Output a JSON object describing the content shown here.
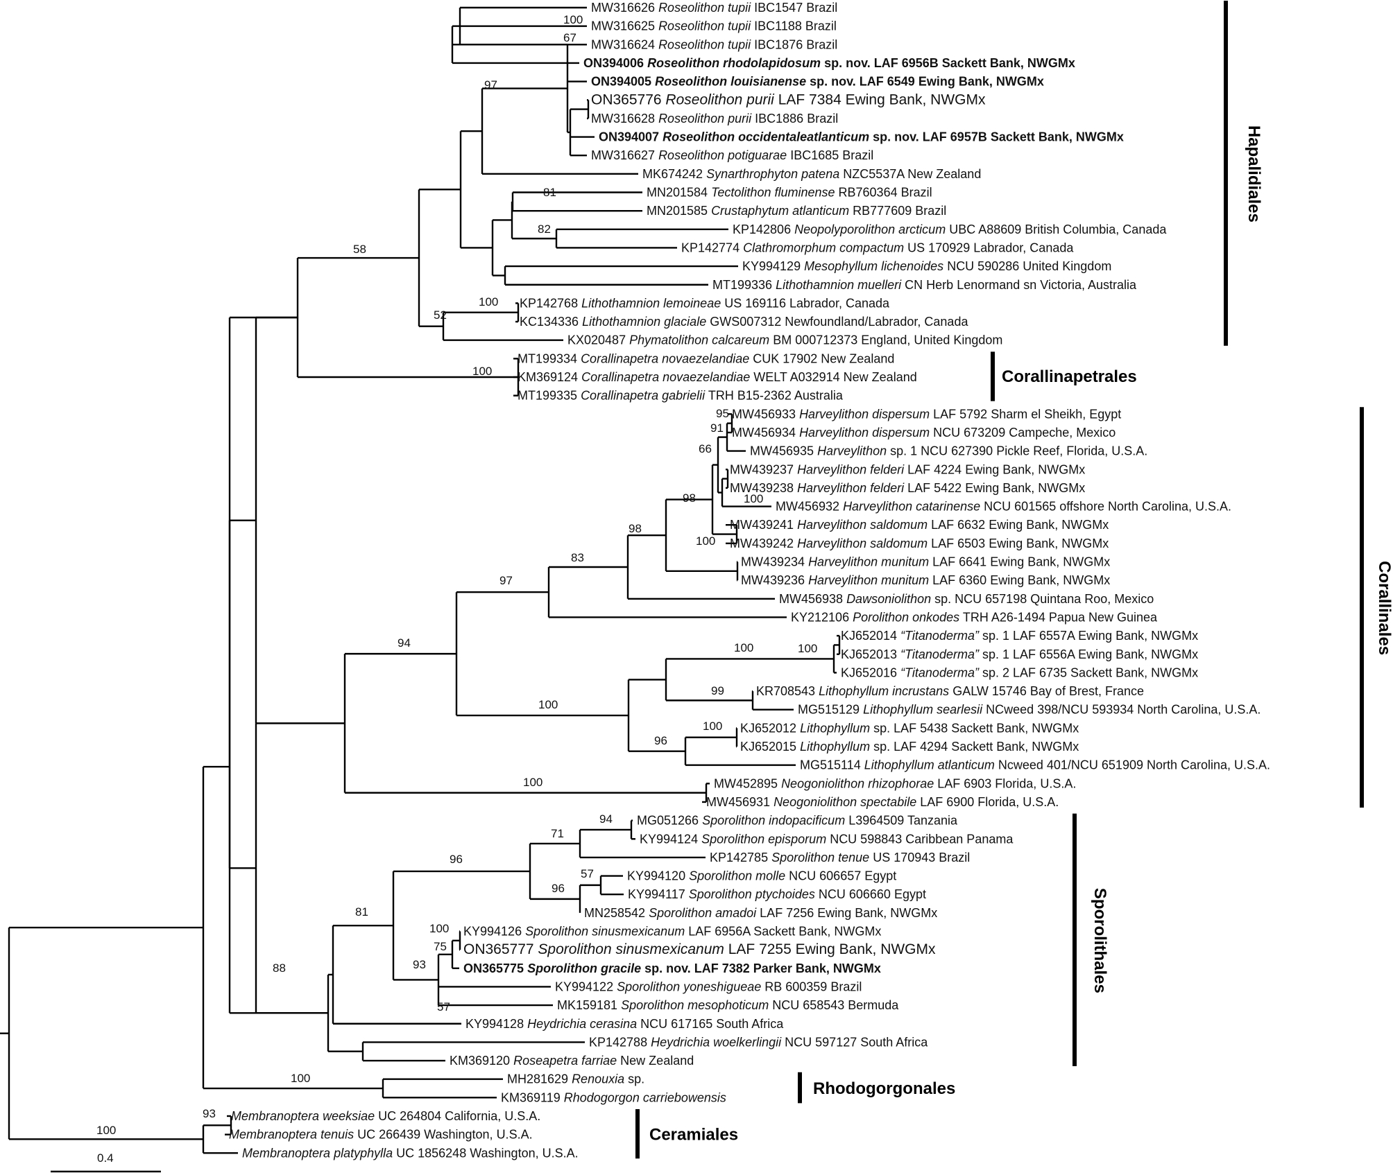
{
  "tips": [
    {
      "acc": "MW316626",
      "sp": "Roseolithon tupii",
      "info": "IBC1547  Brazil"
    },
    {
      "acc": "MW316625",
      "sp": "Roseolithon tupii",
      "info": "IBC1188  Brazil"
    },
    {
      "acc": "MW316624",
      "sp": "Roseolithon tupii",
      "info": "IBC1876  Brazil"
    },
    {
      "acc": "ON394006",
      "sp": "Roseolithon rhodolapidosum",
      "info": "sp. nov. LAF 6956B Sackett Bank, NWGMx",
      "bold": true
    },
    {
      "acc": "ON394005",
      "sp": "Roseolithon louisianense",
      "info": "sp. nov. LAF 6549 Ewing Bank, NWGMx",
      "bold": true
    },
    {
      "acc": "ON365776",
      "sp": "Roseolithon purii",
      "info": "LAF 7384 Ewing Bank, NWGMx",
      "big": true
    },
    {
      "acc": "MW316628",
      "sp": "Roseolithon purii",
      "info": "IBC1886  Brazil"
    },
    {
      "acc": "ON394007",
      "sp": "Roseolithon occidentaleatlanticum",
      "info": "sp. nov. LAF 6957B Sackett Bank, NWGMx",
      "bold": true
    },
    {
      "acc": "MW316627",
      "sp": "Roseolithon potiguarae",
      "info": "IBC1685  Brazil"
    },
    {
      "acc": "MK674242",
      "sp": "Synarthrophyton patena",
      "info": "NZC5537A  New Zealand"
    },
    {
      "acc": "MN201584",
      "sp": "Tectolithon fluminense",
      "info": "RB760364  Brazil"
    },
    {
      "acc": "MN201585",
      "sp": "Crustaphytum atlanticum",
      "info": "RB777609  Brazil"
    },
    {
      "acc": "KP142806",
      "sp": "Neopolyporolithon arcticum",
      "info": "UBC A88609  British Columbia, Canada"
    },
    {
      "acc": "KP142774",
      "sp": "Clathromorphum compactum",
      "info": "US 170929  Labrador,  Canada"
    },
    {
      "acc": "KY994129",
      "sp": "Mesophyllum lichenoides",
      "info": "NCU 590286  United Kingdom"
    },
    {
      "acc": "MT199336",
      "sp": "Lithothamnion muelleri",
      "info": "CN Herb Lenormand sn Victoria, Australia"
    },
    {
      "acc": "KP142768",
      "sp": "Lithothamnion lemoineae",
      "info": "US 169116  Labrador,  Canada"
    },
    {
      "acc": "KC134336",
      "sp": "Lithothamnion glaciale",
      "info": "GWS007312  Newfoundland/Labrador, Canada"
    },
    {
      "acc": "KX020487",
      "sp": "Phymatolithon calcareum",
      "info": "BM 000712373  England, United Kingdom"
    },
    {
      "acc": "MT199334",
      "sp": "Corallinapetra novaezelandiae",
      "info": "CUK 17902  New Zealand"
    },
    {
      "acc": "KM369124",
      "sp": "Corallinapetra novaezelandiae",
      "info": "WELT A032914  New Zealand"
    },
    {
      "acc": "MT199335",
      "sp": "Corallinapetra gabrielii",
      "info": "TRH B15-2362  Australia"
    },
    {
      "acc": "MW456933",
      "sp": "Harveylithon dispersum",
      "info": "LAF 5792  Sharm el Sheikh, Egypt"
    },
    {
      "acc": "MW456934",
      "sp": "Harveylithon dispersum",
      "info": "NCU 673209  Campeche, Mexico"
    },
    {
      "acc": "MW456935",
      "sp": "Harveylithon",
      "info": "sp. 1 NCU 627390  Pickle Reef, Florida, U.S.A."
    },
    {
      "acc": "MW439237",
      "sp": "Harveylithon felderi",
      "info": "LAF 4224  Ewing Bank, NWGMx"
    },
    {
      "acc": "MW439238",
      "sp": "Harveylithon felderi",
      "info": "LAF 5422  Ewing Bank, NWGMx"
    },
    {
      "acc": "MW456932",
      "sp": "Harveylithon catarinense",
      "info": "NCU 601565  offshore North Carolina, U.S.A."
    },
    {
      "acc": "MW439241",
      "sp": "Harveylithon saldomum",
      "info": "LAF 6632  Ewing Bank, NWGMx"
    },
    {
      "acc": "MW439242",
      "sp": "Harveylithon saldomum",
      "info": "LAF 6503  Ewing Bank, NWGMx"
    },
    {
      "acc": "MW439234",
      "sp": "Harveylithon munitum",
      "info": "LAF 6641  Ewing Bank, NWGMx"
    },
    {
      "acc": "MW439236",
      "sp": "Harveylithon munitum",
      "info": "LAF 6360  Ewing Bank, NWGMx"
    },
    {
      "acc": "MW456938",
      "sp": "Dawsoniolithon",
      "info": "sp. NCU 657198  Quintana Roo, Mexico"
    },
    {
      "acc": "KY212106",
      "sp": "Porolithon onkodes",
      "info": "TRH A26-1494  Papua New Guinea"
    },
    {
      "acc": "KJ652014",
      "sp": "“Titanoderma”",
      "info": "sp. 1 LAF 6557A  Ewing Bank, NWGMx"
    },
    {
      "acc": "KJ652013",
      "sp": "“Titanoderma”",
      "info": "sp. 1 LAF 6556A  Ewing Bank, NWGMx"
    },
    {
      "acc": "KJ652016",
      "sp": "“Titanoderma”",
      "info": "sp. 2 LAF 6735  Sackett Bank, NWGMx"
    },
    {
      "acc": "KR708543",
      "sp": "Lithophyllum incrustans",
      "info": "GALW 15746  Bay of Brest, France"
    },
    {
      "acc": "MG515129",
      "sp": "Lithophyllum searlesii",
      "info": "NCweed 398/NCU  593934  North Carolina, U.S.A."
    },
    {
      "acc": "KJ652012",
      "sp": "Lithophyllum",
      "info": "sp. LAF 5438  Sackett Bank, NWGMx"
    },
    {
      "acc": "KJ652015",
      "sp": "Lithophyllum",
      "info": "sp. LAF 4294  Sackett Bank, NWGMx"
    },
    {
      "acc": "MG515114",
      "sp": "Lithophyllum atlanticum",
      "info": "Ncweed 401/NCU  651909  North Carolina, U.S.A."
    },
    {
      "acc": "MW452895",
      "sp": "Neogoniolithon rhizophorae",
      "info": "LAF 6903  Florida, U.S.A."
    },
    {
      "acc": "MW456931",
      "sp": "Neogoniolithon spectabile",
      "info": "LAF 6900  Florida, U.S.A."
    },
    {
      "acc": "MG051266",
      "sp": "Sporolithon indopacificum",
      "info": "L3964509  Tanzania"
    },
    {
      "acc": "KY994124",
      "sp": "Sporolithon episporum",
      "info": "NCU 598843  Caribbean Panama"
    },
    {
      "acc": "KP142785",
      "sp": "Sporolithon tenue",
      "info": "US 170943  Brazil"
    },
    {
      "acc": "KY994120",
      "sp": "Sporolithon molle",
      "info": "NCU 606657  Egypt"
    },
    {
      "acc": "KY994117",
      "sp": "Sporolithon ptychoides",
      "info": "NCU 606660  Egypt"
    },
    {
      "acc": "MN258542",
      "sp": "Sporolithon amadoi",
      "info": "LAF 7256  Ewing Bank, NWGMx"
    },
    {
      "acc": "KY994126",
      "sp": "Sporolithon sinusmexicanum",
      "info": "LAF 6956A  Sackett Bank, NWGMx"
    },
    {
      "acc": "ON365777",
      "sp": "Sporolithon sinusmexicanum",
      "info": "LAF 7255 Ewing Bank, NWGMx",
      "big": true
    },
    {
      "acc": "ON365775",
      "sp": "Sporolithon gracile",
      "info": "sp. nov. LAF 7382 Parker Bank, NWGMx",
      "bold": true
    },
    {
      "acc": "KY994122",
      "sp": "Sporolithon yoneshigueae",
      "info": "RB 600359  Brazil"
    },
    {
      "acc": "MK159181",
      "sp": "Sporolithon mesophoticum",
      "info": "NCU 658543  Bermuda"
    },
    {
      "acc": "KY994128",
      "sp": "Heydrichia cerasina",
      "info": "NCU 617165  South Africa"
    },
    {
      "acc": "KP142788",
      "sp": "Heydrichia woelkerlingii",
      "info": "NCU 597127  South Africa"
    },
    {
      "acc": "KM369120",
      "sp": "Roseapetra farriae",
      "info": "New Zealand"
    },
    {
      "acc": "MH281629",
      "sp": "Renouxia",
      "info": "sp."
    },
    {
      "acc": "KM369119",
      "sp": "Rhodogorgon carriebowensis",
      "info": ""
    },
    {
      "acc": "",
      "sp": "Membranoptera weeksiae",
      "info": "UC 264804  California, U.S.A."
    },
    {
      "acc": "",
      "sp": "Membranoptera tenuis",
      "info": "UC 266439  Washington, U.S.A."
    },
    {
      "acc": "",
      "sp": "Membranoptera platyphylla",
      "info": "UC 1856248  Washington, U.S.A."
    }
  ],
  "support": [
    "100",
    "67",
    "97",
    "81",
    "82",
    "58",
    "52",
    "100",
    "100",
    "95",
    "91",
    "66",
    "100",
    "98",
    "98",
    "100",
    "100",
    "83",
    "97",
    "100",
    "100",
    "99",
    "100",
    "96",
    "100",
    "94",
    "100",
    "94",
    "71",
    "57",
    "96",
    "96",
    "100",
    "75",
    "93",
    "57",
    "81",
    "88",
    "100",
    "93",
    "100"
  ],
  "clades": [
    "Hapalidiales",
    "Corallinapetrales",
    "Corallinales",
    "Sporolithales",
    "Rhodogorgonales",
    "Ceramiales"
  ],
  "scale_label": "0.4"
}
